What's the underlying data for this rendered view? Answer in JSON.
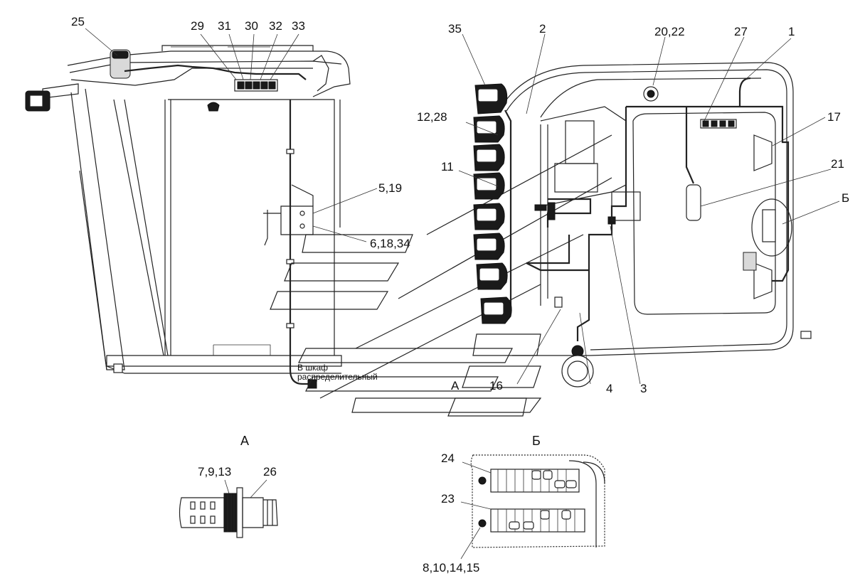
{
  "callouts": {
    "c25": "25",
    "c29": "29",
    "c31": "31",
    "c30": "30",
    "c32": "32",
    "c33": "33",
    "c35": "35",
    "c2": "2",
    "c20_22": "20,22",
    "c27": "27",
    "c1": "1",
    "c12_28": "12,28",
    "c17": "17",
    "c11": "11",
    "c21": "21",
    "c5_19": "5,19",
    "cB": "Б",
    "c6_18_34": "6,18,34",
    "c16": "16",
    "c4": "4",
    "c3": "3",
    "cA_main": "А",
    "c7_9_13": "7,9,13",
    "c26": "26",
    "c24": "24",
    "c23": "23",
    "c8_10_14_15": "8,10,14,15"
  },
  "note": {
    "line1": "В шкаф",
    "line2": "распределительный"
  },
  "views": {
    "A": "А",
    "B": "Б"
  }
}
